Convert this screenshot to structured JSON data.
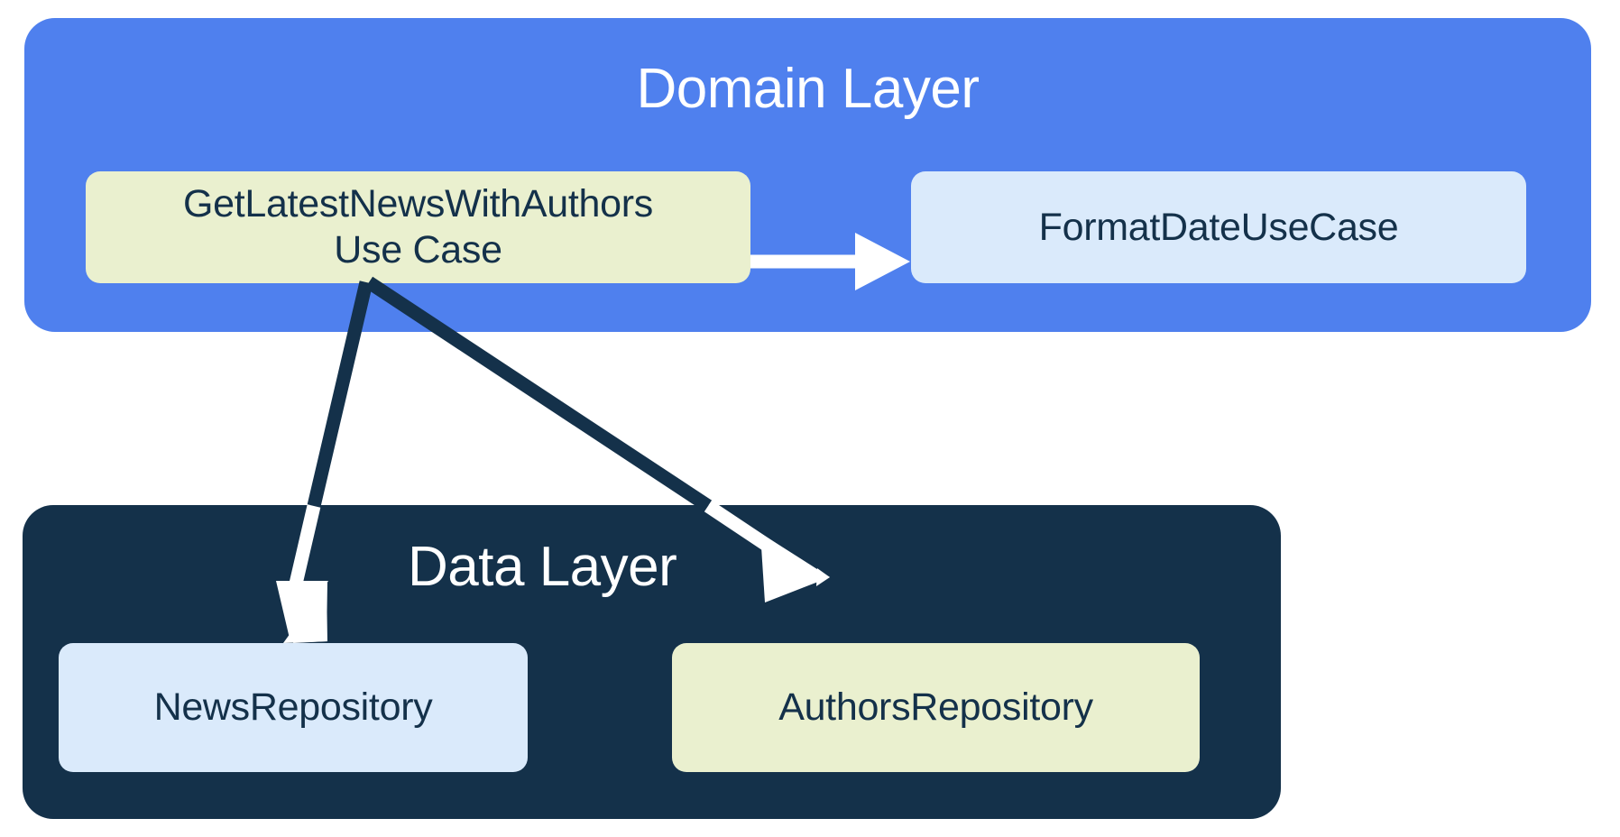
{
  "diagram": {
    "title": "Clean Architecture layer dependency diagram",
    "background_color": "#ffffff",
    "layers": [
      {
        "id": "domain",
        "title": "Domain Layer",
        "fill": "#4f80ee",
        "title_color": "#ffffff",
        "nodes": [
          {
            "id": "get-latest-news",
            "label": "GetLatestNewsWithAuthors\nUse Case",
            "line1": "GetLatestNewsWithAuthors",
            "line2": "Use Case",
            "fill": "#eaf0cf",
            "text_color": "#14314a"
          },
          {
            "id": "format-date",
            "label": "FormatDateUseCase",
            "fill": "#daeafb",
            "text_color": "#14314a"
          }
        ]
      },
      {
        "id": "data",
        "title": "Data Layer",
        "fill": "#14314a",
        "title_color": "#ffffff",
        "nodes": [
          {
            "id": "news-repository",
            "label": "NewsRepository",
            "fill": "#daeafb",
            "text_color": "#14314a"
          },
          {
            "id": "authors-repository",
            "label": "AuthorsRepository",
            "fill": "#eaf0cf",
            "text_color": "#14314a"
          }
        ]
      }
    ],
    "edges": [
      {
        "id": "edge-usecase-to-formatdate",
        "from": "get-latest-news",
        "to": "format-date",
        "color": "#ffffff",
        "direction": "right"
      },
      {
        "id": "edge-usecase-to-newsrepository",
        "from": "get-latest-news",
        "to": "news-repository",
        "color_over_light": "#14314a",
        "color_over_dark": "#ffffff",
        "direction": "down"
      },
      {
        "id": "edge-usecase-to-authorsrepository",
        "from": "get-latest-news",
        "to": "authors-repository",
        "color_over_light": "#14314a",
        "color_over_dark": "#ffffff",
        "direction": "down-right"
      }
    ]
  }
}
